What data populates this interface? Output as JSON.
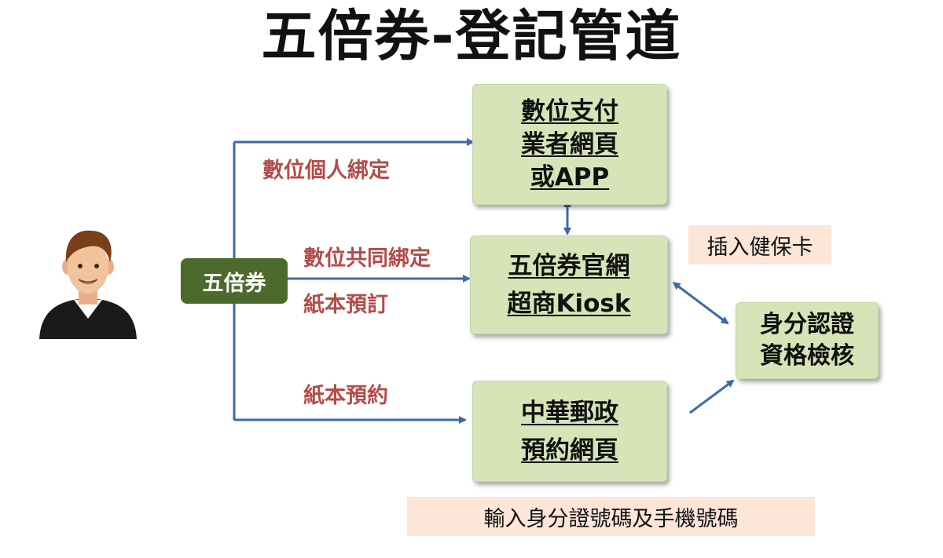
{
  "title": "五倍券-登記管道",
  "voucher_node": "五倍券",
  "boxes": {
    "digital": [
      "數位支付",
      "業者網頁",
      "或APP"
    ],
    "official": [
      "五倍券官網",
      "超商Kiosk"
    ],
    "post": [
      "中華郵政",
      "預約網頁"
    ],
    "verify": [
      "身分認證",
      "資格檢核"
    ]
  },
  "edge_labels": {
    "digital_personal": "數位個人綁定",
    "digital_joint": "數位共同綁定",
    "paper_order": "紙本預訂",
    "paper_reserve": "紙本預約"
  },
  "notes": {
    "insert_card": "插入健保卡",
    "input_id_phone": "輸入身分證號碼及手機號碼"
  },
  "colors": {
    "arrow": "#3d6aa6",
    "box_fill": "#d7e4b7",
    "voucher_fill": "#4b6a2b",
    "label_text": "#b34c49",
    "note_fill": "#fbe6d8"
  },
  "icons": [
    "person-icon"
  ]
}
